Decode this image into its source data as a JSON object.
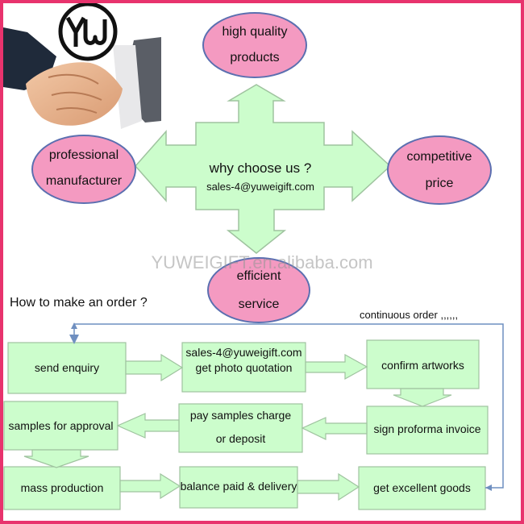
{
  "brand": {
    "logo_text": "YW",
    "watermark": "YUWEIGIFT.en.alibaba.com"
  },
  "top_diagram": {
    "center_title": "why choose us ?",
    "center_email": "sales-4@yuweigift.com",
    "top_bubble": [
      "high quality",
      "products"
    ],
    "left_bubble": [
      "professional",
      "manufacturer"
    ],
    "right_bubble": [
      "competitive",
      "price"
    ],
    "bottom_bubble": [
      "efficient",
      "service"
    ]
  },
  "order_section": {
    "heading": "How to make an order ?",
    "loop_label": "continuous order ,,,,,,",
    "steps": {
      "send_enquiry": "send enquiry",
      "quote_email": "sales-4@yuweigift.com",
      "quote_text": "get photo quotation",
      "confirm_artworks": "confirm artworks",
      "sign_invoice": "sign proforma invoice",
      "pay_line1": "pay samples charge",
      "pay_line2": "or deposit",
      "samples_approval": "samples for approval",
      "mass_production": "mass production",
      "balance_delivery": "balance paid & delivery",
      "excellent_goods": "get excellent goods"
    }
  },
  "colors": {
    "box_fill": "#ccfdcc",
    "box_stroke": "#9fc39f",
    "bubble_fill": "#f49ac1",
    "bubble_stroke": "#5b6fb0",
    "frame": "#e8336d",
    "connector": "#6f8fc0"
  }
}
